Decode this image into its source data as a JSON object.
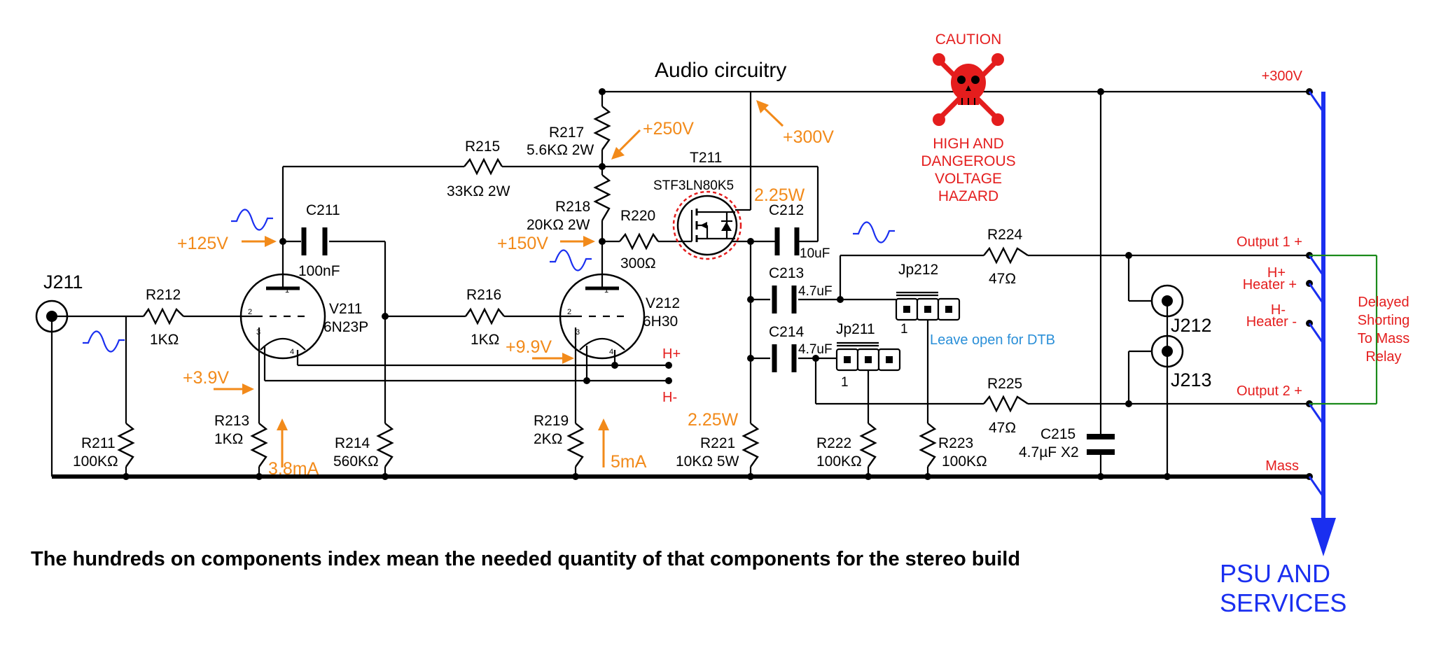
{
  "title": "Audio circuitry",
  "caution": {
    "heading": "CAUTION",
    "lines": [
      "HIGH AND",
      "DANGEROUS",
      "VOLTAGE",
      "HAZARD"
    ]
  },
  "footer_note": "The hundreds on components index mean the needed quantity of that components for the stereo build",
  "psu_label": [
    "PSU AND",
    "SERVICES"
  ],
  "rails": {
    "v300": "+300V",
    "out1": "Output 1 +",
    "heater_plus": [
      "H+",
      "Heater +"
    ],
    "heater_minus": [
      "H-",
      "Heater -"
    ],
    "out2": "Output 2 +",
    "mass": "Mass",
    "relay": [
      "Delayed",
      "Shorting",
      "To Mass",
      "Relay"
    ]
  },
  "connectors": {
    "J211": "J211",
    "J212": "J212",
    "J213": "J213",
    "Jp211": "Jp211",
    "Jp212": "Jp212",
    "jp_pin": "1",
    "leave_open": "Leave open for DTB",
    "h_plus": "H+",
    "h_minus": "H-"
  },
  "tubes": {
    "V211": {
      "name": "V211",
      "type": "6N23P"
    },
    "V212": {
      "name": "V212",
      "type": "6H30"
    },
    "pins": [
      "1",
      "2",
      "3",
      "4"
    ]
  },
  "transistor": {
    "name": "T211",
    "part": "STF3LN80K5"
  },
  "components": {
    "R211": {
      "name": "R211",
      "value": "100KΩ"
    },
    "R212": {
      "name": "R212",
      "value": "1KΩ"
    },
    "R213": {
      "name": "R213",
      "value": "1KΩ"
    },
    "R214": {
      "name": "R214",
      "value": "560KΩ"
    },
    "R215": {
      "name": "R215",
      "value": "33KΩ 2W"
    },
    "R216": {
      "name": "R216",
      "value": "1KΩ"
    },
    "R217": {
      "name": "R217",
      "value": "5.6KΩ 2W"
    },
    "R218": {
      "name": "R218",
      "value": "20KΩ 2W"
    },
    "R219": {
      "name": "R219",
      "value": "2KΩ"
    },
    "R220": {
      "name": "R220",
      "value": "300Ω"
    },
    "R221": {
      "name": "R221",
      "value": "10KΩ 5W"
    },
    "R222": {
      "name": "R222",
      "value": "100KΩ"
    },
    "R223": {
      "name": "R223",
      "value": "100KΩ"
    },
    "R224": {
      "name": "R224",
      "value": "47Ω"
    },
    "R225": {
      "name": "R225",
      "value": "47Ω"
    },
    "C211": {
      "name": "C211",
      "value": "100nF"
    },
    "C212": {
      "name": "C212",
      "value": "10uF"
    },
    "C213": {
      "name": "C213",
      "value": "4.7uF"
    },
    "C214": {
      "name": "C214",
      "value": "4.7uF"
    },
    "C215": {
      "name": "C215",
      "value": "4.7µF X2"
    }
  },
  "annotations": {
    "v250": "+250V",
    "v300": "+300V",
    "v125": "+125V",
    "v150": "+150V",
    "v9_9": "+9.9V",
    "v3_9": "+3.9V",
    "ma3_8": "3.8mA",
    "ma5": "5mA",
    "w_t211": "2.25W",
    "w_r221": "2.25W"
  },
  "colors": {
    "annotation": "#f28a1a",
    "warning": "#e41d1d",
    "psu_bus": "#1a2ff0",
    "relay_wire": "#1a8a1a",
    "info_text": "#2a8fd8"
  }
}
